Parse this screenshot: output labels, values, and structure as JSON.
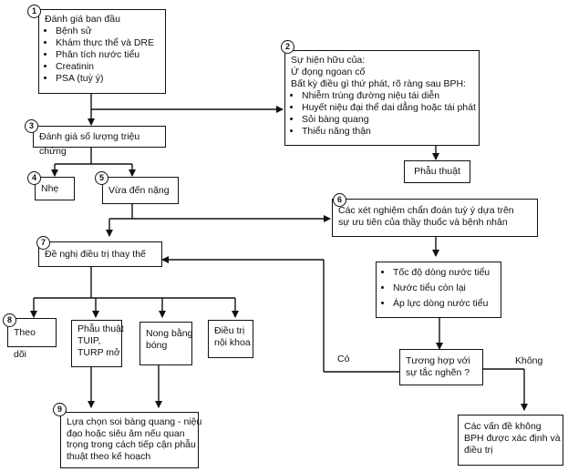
{
  "b1": {
    "n": "1",
    "title": "Đánh giá ban đầu",
    "items": [
      "Bệnh sử",
      "Khám thực thể và DRE",
      "Phân tích nước tiểu",
      "Creatinin",
      "PSA (tuỳ ý)"
    ]
  },
  "b2": {
    "n": "2",
    "line1": "Sự hiện hữu của:",
    "line2": "Ứ đọng ngoan cố",
    "line3": "Bất kỳ điều gì thứ phát, rõ ràng sau BPH:",
    "items": [
      "Nhiễm trùng đường niệu tái diễn",
      "Huyết niệu đại thể dai dẳng hoặc tái phát",
      "Sỏi bàng quang",
      "Thiểu năng thận"
    ]
  },
  "surgery": "Phẫu thuật",
  "b3": {
    "n": "3",
    "label": "Đánh giá số lượng triệu chứng"
  },
  "b4": {
    "n": "4",
    "label": "Nhẹ"
  },
  "b5": {
    "n": "5",
    "label": "Vừa đến nặng"
  },
  "b6": {
    "n": "6",
    "line1": "Các xét nghiệm chẩn đoán tuỳ ý dựa trên",
    "line2": "sự ưu tiên của thầy thuốc và bệnh nhân"
  },
  "b7": {
    "n": "7",
    "label": "Đề nghị điều trị thay thế"
  },
  "tests": {
    "items": [
      "Tốc độ dòng nước tiểu",
      "Nước tiểu còn lại",
      "Áp lực dòng nước tiểu"
    ]
  },
  "b8": {
    "n": "8",
    "label": "Theo dõi"
  },
  "tuip": {
    "line1": "Phẫu thuật",
    "line2": "TUIP,",
    "line3": "TURP mở"
  },
  "balloon": {
    "line1": "Nong bằng",
    "line2": "bóng"
  },
  "med": {
    "line1": "Điều trị",
    "line2": "nội khoa"
  },
  "decision": {
    "line1": "Tương hợp với",
    "line2": "sự tắc nghẽn ?"
  },
  "yes": "Có",
  "no": "Không",
  "b9": {
    "n": "9",
    "line1": "Lựa chọn soi bàng quang - niệu",
    "line2": "đạo hoặc siêu âm nếu quan",
    "line3": "trọng trong cách tiếp cận phẫu",
    "line4": "thuật theo kế hoạch"
  },
  "other": {
    "line1": "Các vấn đề không",
    "line2": "BPH được xác định và",
    "line3": "điều trị"
  }
}
